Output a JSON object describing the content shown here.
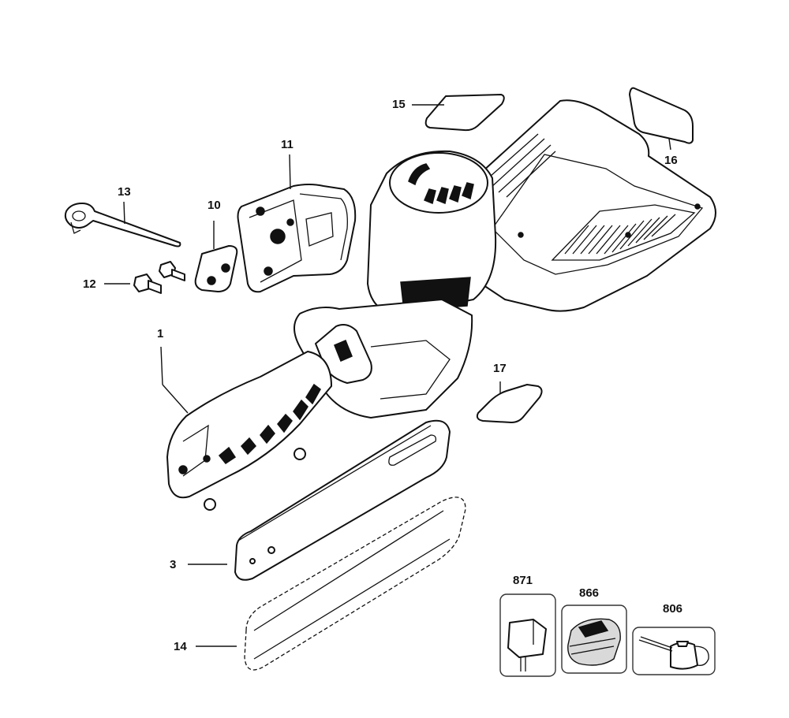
{
  "callouts": {
    "c1": "1",
    "c3": "3",
    "c10": "10",
    "c11": "11",
    "c12": "12",
    "c13": "13",
    "c14": "14",
    "c15": "15",
    "c16": "16",
    "c17": "17",
    "c806": "806",
    "c866": "866",
    "c871": "871"
  }
}
